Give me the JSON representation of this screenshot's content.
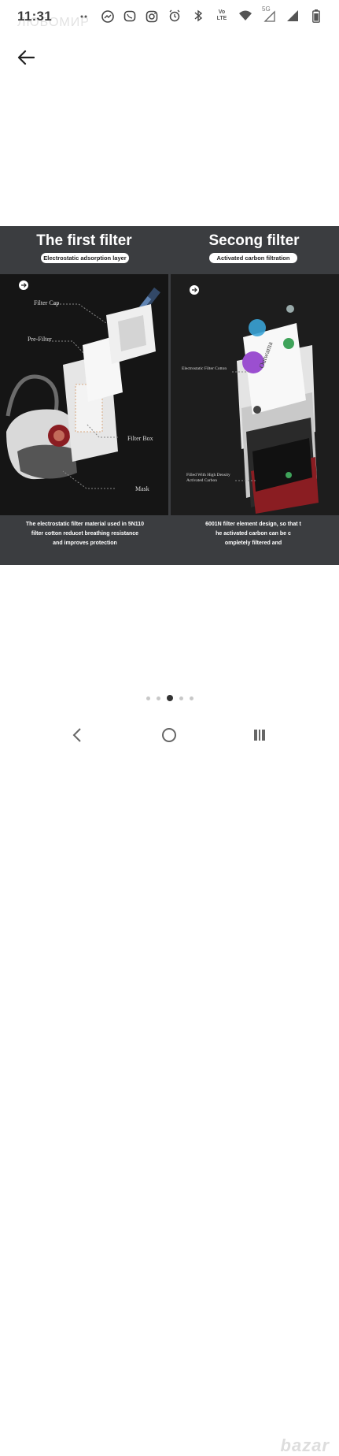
{
  "status_bar": {
    "time": "11:31",
    "left_icons": [
      "dots-icon",
      "messenger-icon",
      "viber-icon",
      "instagram-icon"
    ],
    "right_icons": [
      "alarm-icon",
      "bluetooth-icon",
      "volte-icon",
      "wifi-icon",
      "signal-5g-icon",
      "signal-icon",
      "battery-icon"
    ],
    "network_label": "5G",
    "volte_label": "Vo LTE"
  },
  "header": {
    "faded_title": "ЛЮБОМИР"
  },
  "product": {
    "left": {
      "title": "The first filter",
      "pill": "Electrostatic adsorption layer",
      "callouts": [
        "Filter Cap",
        "Pre-Filter",
        "Filter Box",
        "Mask"
      ],
      "caption_lines": [
        "The electrostatic filter material used in 5N110",
        "filter cotton reducet breathing resistance",
        "and improves protection"
      ]
    },
    "right": {
      "title": "Secong filter",
      "pill": "Activated carbon filtration",
      "callouts": [
        "Electrostatic Filter Cotton",
        "Filled With High Density",
        "Activated Carbon"
      ],
      "brand_text": "Outwama",
      "caption_lines": [
        "6001N filter element design, so that t",
        "he activated carbon can be c",
        "ompletely filtered and"
      ]
    }
  },
  "pager": {
    "count": 5,
    "active_index": 2
  },
  "watermark": "bazar",
  "colors": {
    "panel_bg": "#3b3d40",
    "pane_bg": "#151515",
    "accent_blue": "#6aa8ff",
    "mask_red": "#8a1d22"
  }
}
